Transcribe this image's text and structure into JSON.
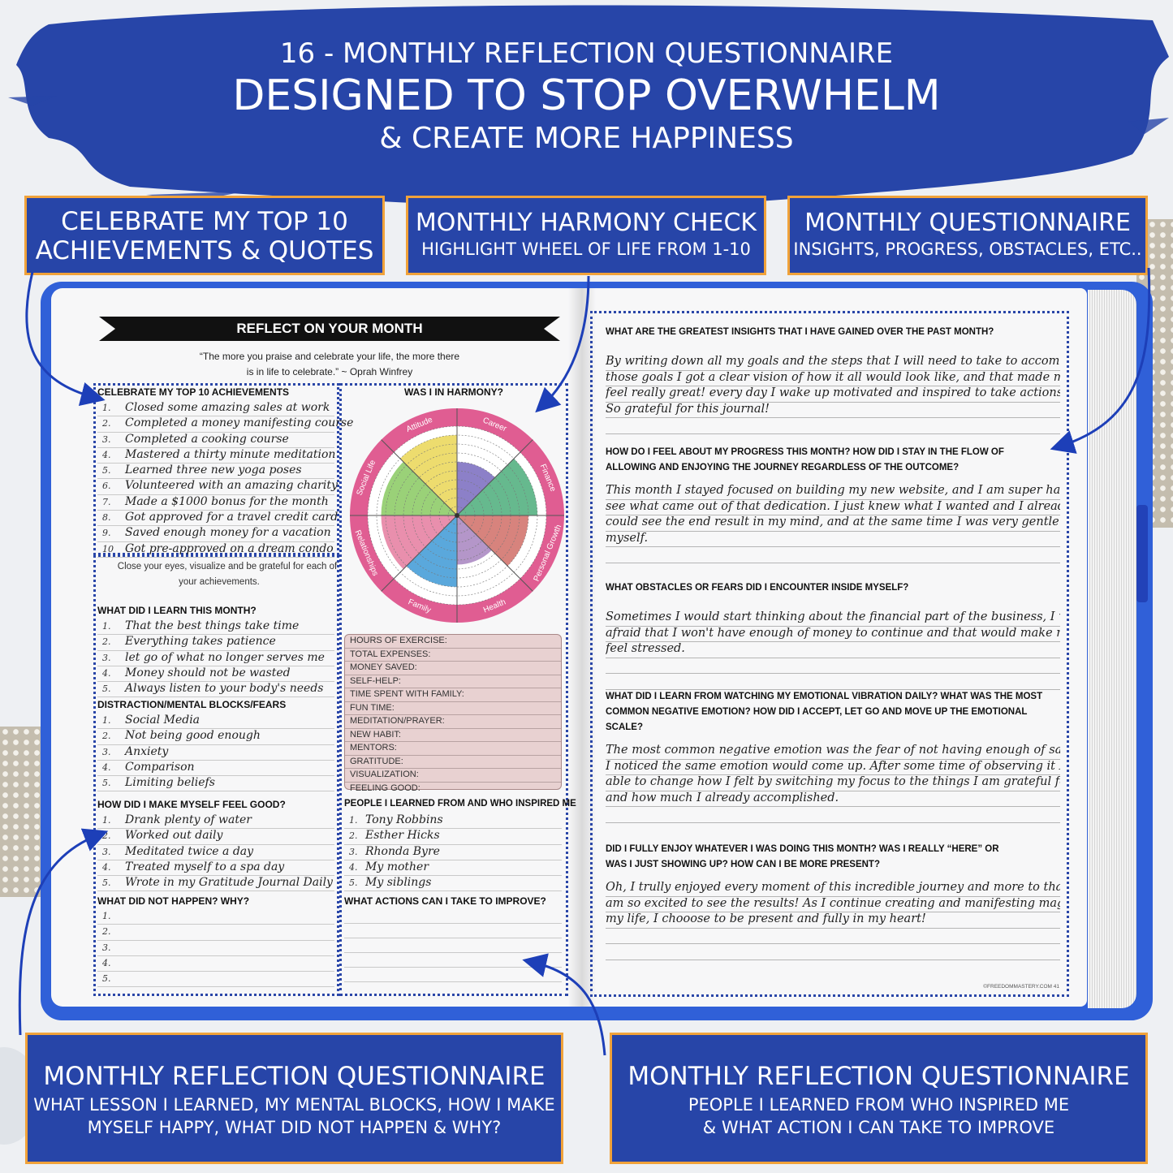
{
  "banner": {
    "line1": "16 - MONTHLY REFLECTION QUESTIONNAIRE",
    "line2": "DESIGNED TO STOP OVERWHELM",
    "line3": "& CREATE MORE HAPPINESS"
  },
  "callouts": {
    "top_left": {
      "line1": "CELEBRATE MY TOP 10",
      "line2": "ACHIEVEMENTS & QUOTES"
    },
    "top_mid": {
      "line1": "MONTHLY HARMONY CHECK",
      "line2": "HIGHLIGHT WHEEL OF LIFE FROM 1-10"
    },
    "top_right": {
      "line1": "MONTHLY QUESTIONNAIRE",
      "line2": "INSIGHTS, PROGRESS, OBSTACLES, ETC.."
    },
    "bottom_left": {
      "line1": "MONTHLY REFLECTION QUESTIONNAIRE",
      "line2": "WHAT LESSON I LEARNED, MY MENTAL BLOCKS, HOW I MAKE",
      "line3": "MYSELF HAPPY, WHAT DID NOT HAPPEN & WHY?"
    },
    "bottom_right": {
      "line1": "MONTHLY REFLECTION QUESTIONNAIRE",
      "line2": "PEOPLE I LEARNED FROM WHO INSPIRED ME",
      "line3": "& WHAT ACTION I CAN TAKE TO IMPROVE"
    }
  },
  "left_page": {
    "title": "REFLECT ON YOUR MONTH",
    "quote_line1": "“The more you praise and celebrate your life, the more there",
    "quote_line2": "is in life to celebrate.” ~ Oprah Winfrey",
    "achievements_heading": "CELEBRATE MY TOP 10 ACHIEVEMENTS",
    "achievements": [
      "Closed some amazing sales at work",
      "Completed a money manifesting course",
      "Completed a cooking course",
      "Mastered a thirty minute meditation",
      "Learned three new yoga poses",
      "Volunteered with an amazing charity",
      "Made a $1000 bonus for the month",
      "Got approved for a travel credit card",
      "Saved enough money for a vacation",
      "Got pre-approved on a dream condo"
    ],
    "close_eyes_line1": "Close your eyes, visualize and be grateful for each of",
    "close_eyes_line2": "your achievements.",
    "harmony_heading": "WAS I IN HARMONY?",
    "wheel_labels": [
      "Career",
      "Finance",
      "Personal Growth",
      "Health",
      "Family",
      "Relationships",
      "Social Life",
      "Attitude"
    ],
    "wheel_colors": [
      "#8c80c8",
      "#66b98e",
      "#d7837d",
      "#b496c9",
      "#5aa8dc",
      "#e98fad",
      "#9ad178",
      "#eddc6e"
    ],
    "wheel_ring_color": "#e05d92",
    "learn_heading": "WHAT DID I LEARN THIS MONTH?",
    "learn": [
      "That the best things take time",
      "Everything takes patience",
      "let go of what no longer serves me",
      "Money should not be wasted",
      "Always listen to your body's needs"
    ],
    "blocks_heading": "DISTRACTION/MENTAL BLOCKS/FEARS",
    "blocks": [
      "Social Media",
      "Not being good enough",
      "Anxiety",
      "Comparison",
      "Limiting beliefs"
    ],
    "feel_good_heading": "HOW DID I MAKE MYSELF FEEL GOOD?",
    "feel_good": [
      "Drank plenty of water",
      "Worked out daily",
      "Meditated twice a day",
      "Treated myself to a spa day",
      "Wrote in my Gratitude Journal Daily"
    ],
    "not_happen_heading": "WHAT DID NOT HAPPEN?  WHY?",
    "not_happen": [
      "",
      "",
      "",
      "",
      ""
    ],
    "stats": [
      "HOURS OF EXERCISE:",
      "TOTAL EXPENSES:",
      "MONEY SAVED:",
      "SELF-HELP:",
      "TIME SPENT WITH FAMILY:",
      "FUN TIME:",
      "MEDITATION/PRAYER:",
      "NEW HABIT:",
      "MENTORS:",
      "GRATITUDE:",
      "VISUALIZATION:",
      "FEELING GOOD:"
    ],
    "people_heading": "PEOPLE I LEARNED FROM AND WHO INSPIRED ME",
    "people": [
      "Tony Robbins",
      "Esther Hicks",
      "Rhonda Byre",
      "My mother",
      "My siblings"
    ],
    "actions_heading": "WHAT ACTIONS CAN I TAKE TO IMPROVE?"
  },
  "right_page": {
    "questions": [
      {
        "q": [
          "WHAT ARE THE GREATEST INSIGHTS THAT I HAVE GAINED OVER THE PAST MONTH?"
        ],
        "a": [
          "By writing down all my goals and the steps that I will need to take to accomplish",
          "those goals I got a clear vision of how it all would look like, and that made me",
          "feel really great! every day I wake up motivated and inspired to take actions!",
          "So grateful for this journal!",
          ""
        ]
      },
      {
        "q": [
          "HOW DO I FEEL ABOUT MY PROGRESS THIS MONTH? HOW DID I STAY IN THE FLOW OF",
          "ALLOWING AND ENJOYING THE JOURNEY REGARDLESS OF THE OUTCOME?"
        ],
        "a": [
          "This month I stayed focused on building my new website, and I am super happy to",
          "see what came out of that dedication. I just knew what I wanted and I already",
          "could see the end result in my mind, and at the same time I was very gentle with",
          "myself.",
          ""
        ]
      },
      {
        "q": [
          "WHAT OBSTACLES OR FEARS DID I ENCOUNTER INSIDE MYSELF?"
        ],
        "a": [
          "Sometimes I would start thinking about the financial part of the business, I was",
          "afraid that I won't have enough of money to continue and that would make me",
          "feel stressed.",
          "",
          ""
        ]
      },
      {
        "q": [
          "WHAT DID I LEARN FROM WATCHING MY EMOTIONAL VIBRATION DAILY? WHAT WAS THE MOST",
          "COMMON NEGATIVE EMOTION? HOW DID I ACCEPT, LET GO AND MOVE UP THE EMOTIONAL",
          "SCALE?"
        ],
        "a": [
          "The most common negative emotion was the fear of not having enough of savings",
          "I noticed the same emotion would come up. After some time of observing it I was",
          "able to change how I felt by switching my focus to the things I am grateful for",
          "and how much I already accomplished.",
          ""
        ]
      },
      {
        "q": [
          "DID I FULLY ENJOY WHATEVER I WAS DOING THIS MONTH? WAS I REALLY “HERE” OR",
          "WAS I JUST SHOWING UP? HOW CAN I BE MORE PRESENT?"
        ],
        "a": [
          "Oh, I trully enjoyed every moment of this incredible journey and more to that is I",
          "am so excited to see the results! As I continue creating and manifesting magic into",
          "my life, I chooose to be present and fully in my heart!",
          "",
          ""
        ]
      }
    ],
    "footer": "©FREEDOMMASTERY.COM  41"
  },
  "colors": {
    "brand_blue": "#2745a8",
    "book_blue": "#3060d8",
    "accent_orange": "#f0a23a",
    "dotted_border": "#2a46a8"
  }
}
